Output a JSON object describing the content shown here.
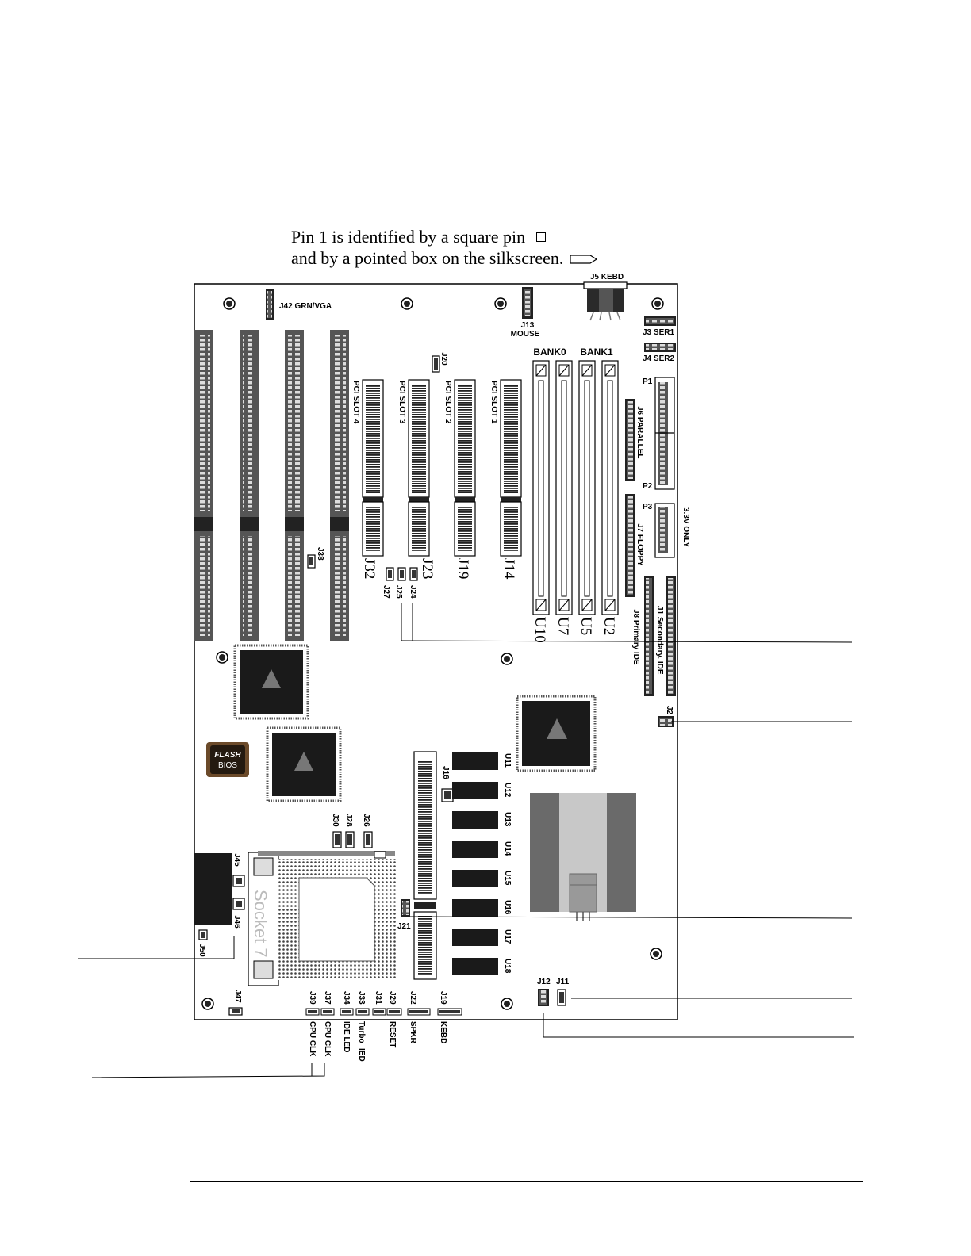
{
  "caption": {
    "line1": "Pin 1 is identified by a square pin",
    "line2": "and by a pointed box on the silkscreen."
  },
  "connectors": {
    "j5": "J5  KEBD",
    "j42": "J42 GRN/VGA",
    "j13": "J13",
    "mouse": "MOUSE",
    "j3": "J3 SER1",
    "j4": "J4 SER2",
    "bank0": "BANK0",
    "bank1": "BANK1",
    "p1": "P1",
    "p2": "P2",
    "p3": "P3",
    "j6": "J6 PARALLEL",
    "j7": "J7 FLOPPY",
    "v33": "3.3V ONLY",
    "j8": "J8 Primary IDE",
    "j1": "J1 Secondary. IDE",
    "j2": "J2",
    "j20": "J20",
    "j38": "J38",
    "j24": "J24",
    "j25": "J25",
    "j27": "J27",
    "j16": "J16",
    "j26": "J26",
    "j28": "J28",
    "j30": "J30",
    "j45": "J45",
    "j46": "J46",
    "j50": "J50",
    "j21": "J21",
    "j47": "J47",
    "j12": "J12",
    "j11": "J11"
  },
  "slots": {
    "pci4": "PCI SLOT 4",
    "pci3": "PCI SLOT 3",
    "pci2": "PCI SLOT 2",
    "pci1": "PCI SLOT 1",
    "j32": "J32",
    "j23": "J23",
    "j19b": "J19",
    "j14": "J14"
  },
  "simms": [
    "U10",
    "U7",
    "U5",
    "U2"
  ],
  "chips": [
    "U11",
    "U12",
    "U13",
    "U14",
    "U15",
    "U16",
    "U17",
    "U18"
  ],
  "flash": {
    "line1": "FLASH",
    "line2": "BIOS"
  },
  "socket": "Socket 7",
  "bottom_headers": [
    {
      "id": "J39",
      "label": "CPU CLK"
    },
    {
      "id": "J37",
      "label": "CPU CLK"
    },
    {
      "id": "J34",
      "label": "IDE LED"
    },
    {
      "id": "J33",
      "label": "Turbo"
    },
    {
      "id": "J31",
      "label": "IED"
    },
    {
      "id": "J29",
      "label": "RESET"
    },
    {
      "id": "J22",
      "label": "SPKR"
    },
    {
      "id": "J19",
      "label": "KEBD"
    }
  ],
  "colors": {
    "board_outline": "#000000",
    "slot_gray": "#555555",
    "dark_block": "#1a1a1a",
    "flash_brown": "#6b4a2a",
    "heatsink_gray": "#777777",
    "heatsink_light": "#c8c8c8"
  }
}
